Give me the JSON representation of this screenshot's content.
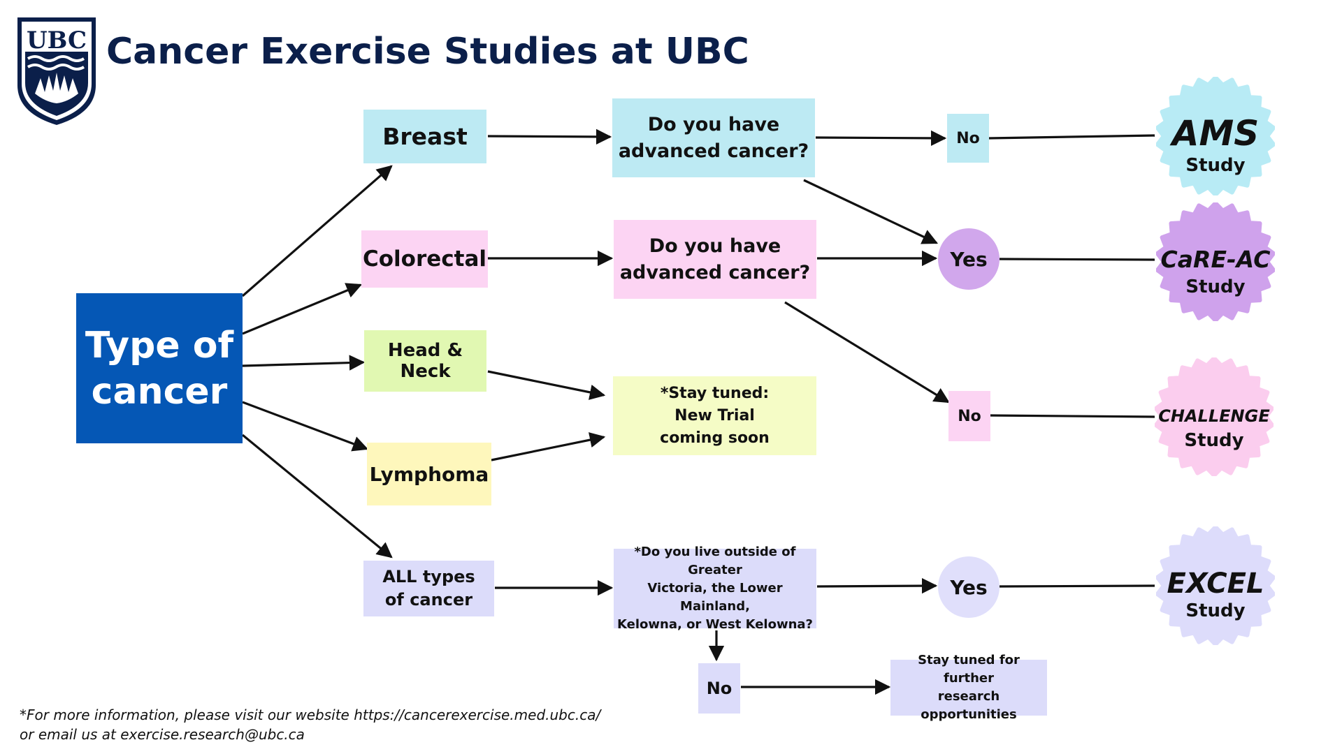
{
  "title": "Cancer Exercise Studies at UBC",
  "logo": {
    "text": "UBC"
  },
  "colors": {
    "navy": "#0b1f4a",
    "root_blue": "#0557b5",
    "breast": "#bdeaf3",
    "colorectal": "#fcd4f3",
    "head_neck": "#e1f8b2",
    "lymphoma": "#fef7bc",
    "stay_tuned": "#f5fcc6",
    "all_types": "#dcdcfa",
    "yes_purple": "#d1a7ec",
    "yes_lavender": "#e0dffb",
    "ams_seal": "#b8ebf5",
    "careac_seal": "#cfa2ec",
    "challenge_seal": "#fbcdee",
    "excel_seal": "#dddcfb"
  },
  "nodes": {
    "root": "Type of\ncancer",
    "breast": "Breast",
    "colorectal": "Colorectal",
    "head_neck": "Head & Neck",
    "lymphoma": "Lymphoma",
    "all_types": "ALL types\nof cancer",
    "q_breast": "Do you have\nadvanced cancer?",
    "q_colorectal": "Do you have\nadvanced cancer?",
    "stay_tuned": "*Stay tuned:\nNew Trial\ncoming soon",
    "q_location": "*Do you live outside of Greater\nVictoria, the Lower Mainland,\nKelowna, or West Kelowna?",
    "no_breast": "No",
    "yes_advanced": "Yes",
    "no_colorectal": "No",
    "yes_location": "Yes",
    "no_location": "No",
    "further_research": "Stay tuned for further\nresearch opportunities"
  },
  "studies": {
    "ams": {
      "name": "AMS",
      "sub": "Study"
    },
    "careac": {
      "name": "CaRE-AC",
      "sub": "Study"
    },
    "challenge": {
      "name": "CHALLENGE",
      "sub": "Study"
    },
    "excel": {
      "name": "EXCEL",
      "sub": "Study"
    }
  },
  "footer": "*For more information, please visit our website https://cancerexercise.med.ubc.ca/\n or email us at exercise.research@ubc.ca"
}
